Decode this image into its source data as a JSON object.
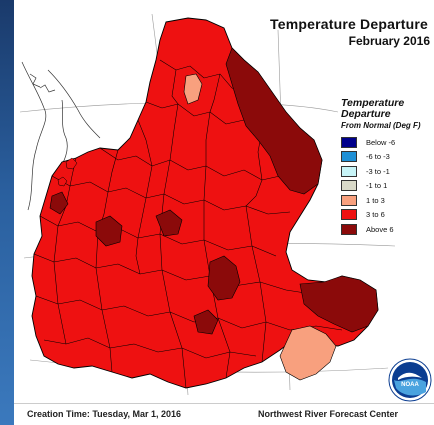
{
  "header": {
    "title": "Temperature Departure",
    "subtitle": "February 2016"
  },
  "legend": {
    "title": "Temperature Departure",
    "subtitle": "From Normal (Deg F)",
    "items": [
      {
        "label": "Below -6",
        "color": "#00008b"
      },
      {
        "label": "-6 to -3",
        "color": "#1e90d6"
      },
      {
        "label": "-3 to -1",
        "color": "#c8f5f8"
      },
      {
        "label": "-1 to 1",
        "color": "#d9d9c8"
      },
      {
        "label": "1 to 3",
        "color": "#f8a07e"
      },
      {
        "label": "3 to 6",
        "color": "#ee1111"
      },
      {
        "label": "Above 6",
        "color": "#8b0a0a"
      }
    ]
  },
  "footer": {
    "creation_time": "Creation Time: Tuesday, Mar 1, 2016",
    "center": "Northwest River Forecast Center"
  },
  "logo": {
    "text": "NOAA",
    "icon": "noaa-logo-icon"
  },
  "colors": {
    "side_band": "#2a5f9e",
    "region_dark": "#8b0a0a",
    "region_mid": "#ee1111",
    "region_light": "#f8a07e",
    "boundary": "#000000"
  }
}
